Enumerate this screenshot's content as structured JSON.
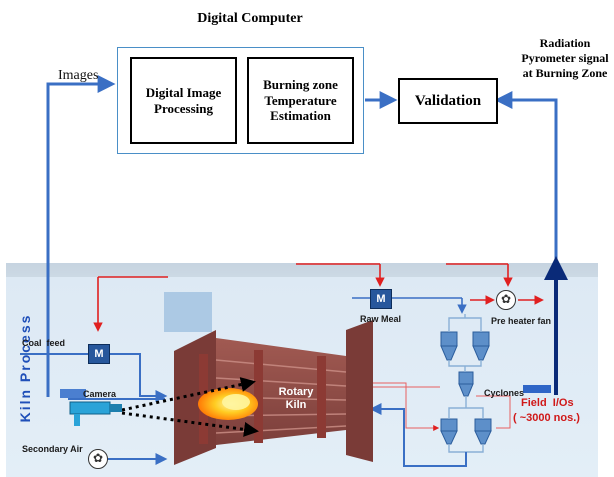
{
  "computer": {
    "title": "Digital Computer",
    "dip": "Digital Image Processing",
    "bzte": "Burning zone Temperature Estimation"
  },
  "validation": "Validation",
  "images_label": "Images",
  "pyrometer": "Radiation Pyrometer signal at Burning Zone",
  "kiln": {
    "process_label": "Kiln Process",
    "coal_feed": "Coal  feed",
    "camera": "Camera",
    "secondary_air": "Secondary Air",
    "rotary_kiln": "Rotary Kiln",
    "raw_meal": "Raw Meal",
    "preheater_fan": "Pre heater fan",
    "cyclones": "Cyclones",
    "field_ios": "Field  I/Os",
    "field_count": "( ~3000 nos.)",
    "motor_symbol": "M"
  },
  "colors": {
    "arrow_blue": "#3a6fc4",
    "red_line": "#e02020",
    "process_bg": "#dbe9f5",
    "kiln_brown": "#8b4a45",
    "dark_blue": "#0a2a78",
    "process_text_blue": "#1f4fb8"
  }
}
